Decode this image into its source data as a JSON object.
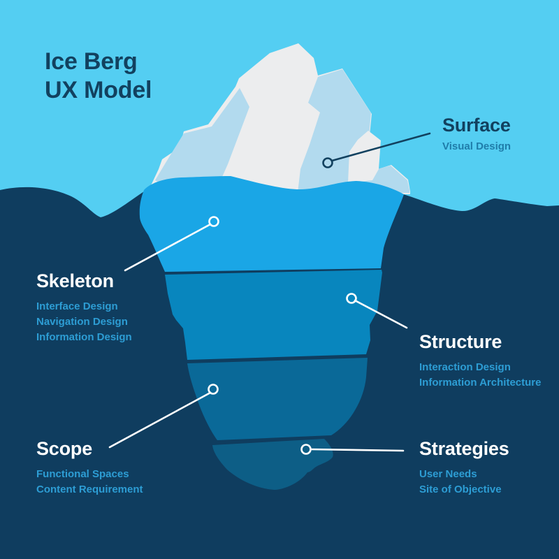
{
  "title": {
    "line1": "Ice Berg",
    "line2": "UX Model"
  },
  "labels": [
    {
      "id": "surface",
      "heading": "Surface",
      "items": [
        "Visual Design"
      ]
    },
    {
      "id": "skeleton",
      "heading": "Skeleton",
      "items": [
        "Interface Design",
        "Navigation Design",
        "Information Design"
      ]
    },
    {
      "id": "structure",
      "heading": "Structure",
      "items": [
        "Interaction Design",
        "Information Architecture"
      ]
    },
    {
      "id": "scope",
      "heading": "Scope",
      "items": [
        "Functional Spaces",
        "Content Requirement"
      ]
    },
    {
      "id": "strategies",
      "heading": "Strategies",
      "items": [
        "User Needs",
        "Site of Objective"
      ]
    }
  ],
  "colors": {
    "sky": "#54CEF2",
    "ocean": "#0F3D5F",
    "ice_white": "#ECEDEE",
    "ice_facet": "#B2DAEE",
    "layer_skeleton": "#1AA6E6",
    "layer_structure": "#0886BE",
    "layer_scope": "#0A6998",
    "layer_strategies": "#0D5E86",
    "heading_dark": "#12415F",
    "heading_light": "#FFFFFF",
    "sub_on_dark": "#2D9DD4",
    "sub_on_light": "#1F7DAA",
    "connector_light": "#FFFFFF",
    "connector_dark": "#12415F"
  }
}
